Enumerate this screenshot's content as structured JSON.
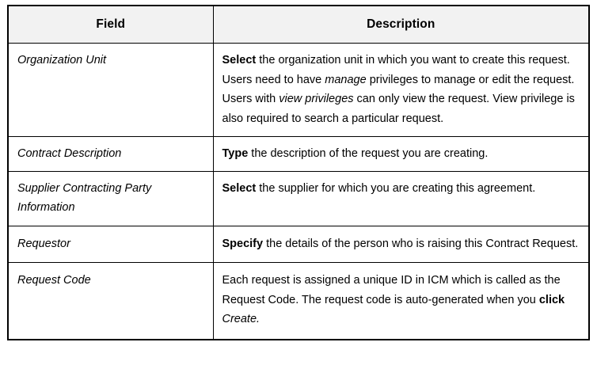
{
  "table": {
    "headers": {
      "field": "Field",
      "description": "Description"
    },
    "header_bg": "#F2F2F2",
    "border_color": "#000000",
    "rows": [
      {
        "field": "Organization Unit",
        "description_plain": "Select the organization unit in which you want to create this request. Users need to have manage privileges to manage or edit the request. Users with view privileges can only view the request. View privilege is also required to search a particular request.",
        "segments": [
          {
            "text": "Select",
            "style": "bold"
          },
          {
            "text": " the organization unit in which you want to create this request. Users need to have ",
            "style": "normal"
          },
          {
            "text": "manage",
            "style": "italic"
          },
          {
            "text": " privileges to manage or edit the request. Users with ",
            "style": "normal"
          },
          {
            "text": "view privileges",
            "style": "italic"
          },
          {
            "text": " can only view the request. View privilege is also required to search a particular request.",
            "style": "normal"
          }
        ]
      },
      {
        "field": "Contract Description",
        "description_plain": "Type the description of the request you are creating.",
        "segments": [
          {
            "text": "Type",
            "style": "bold"
          },
          {
            "text": " the description of the request you are creating.",
            "style": "normal"
          }
        ]
      },
      {
        "field": "Supplier Contracting Party Information",
        "description_plain": "Select the supplier for which you are creating this agreement.",
        "segments": [
          {
            "text": "Select",
            "style": "bold"
          },
          {
            "text": " the supplier for which you are creating this agreement.",
            "style": "normal"
          }
        ]
      },
      {
        "field": "Requestor",
        "description_plain": "Specify the details of the person who is raising this Contract Request.",
        "segments": [
          {
            "text": "Specify",
            "style": "bold"
          },
          {
            "text": " the details of the person who is raising this Contract Request.",
            "style": "normal"
          }
        ]
      },
      {
        "field": "Request Code",
        "description_plain": "Each request is assigned a unique ID in ICM which is called as the Request Code. The request code is auto-generated when you click Create.",
        "segments": [
          {
            "text": "Each request is assigned a unique ID in ICM which is called as the Request Code. The request code is auto-generated when you ",
            "style": "normal"
          },
          {
            "text": "click",
            "style": "bold"
          },
          {
            "text": " ",
            "style": "normal"
          },
          {
            "text": "Create.",
            "style": "italic"
          }
        ]
      }
    ]
  }
}
